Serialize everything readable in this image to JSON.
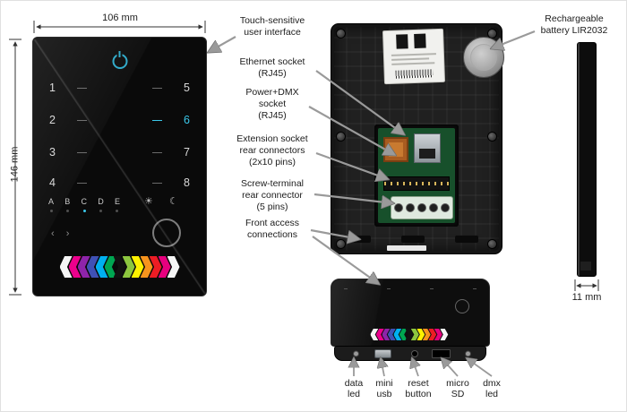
{
  "dimensions": {
    "width_label": "106 mm",
    "height_label": "146 mm",
    "depth_label": "11 mm"
  },
  "front_panel": {
    "zones_left": [
      "1",
      "2",
      "3",
      "4"
    ],
    "zones_right": [
      "5",
      "6",
      "7",
      "8"
    ],
    "active_zone": "6",
    "letters": [
      "A",
      "B",
      "C",
      "D",
      "E"
    ],
    "sun_icon": "☀",
    "moon_icon": "☾",
    "fade_arrows": "‹ ›",
    "accent_color": "#3bc8ea",
    "palette": [
      "#f5f5f5",
      "#ec008c",
      "#8e24aa",
      "#3f51b5",
      "#00b0f0",
      "#00a651",
      "#111111",
      "#8dc63f",
      "#fff200",
      "#f7941d",
      "#ed1c24",
      "#e6007e",
      "#f5f5f5"
    ]
  },
  "callouts": [
    {
      "label": "Touch-sensitive\nuser interface"
    },
    {
      "label": "Ethernet socket\n(RJ45)"
    },
    {
      "label": "Power+DMX\nsocket\n(RJ45)"
    },
    {
      "label": "Extension socket\nrear connectors\n(2x10 pins)"
    },
    {
      "label": "Screw-terminal\nrear connector\n(5 pins)"
    },
    {
      "label": "Front access\nconnections"
    }
  ],
  "battery_callout": {
    "label": "Rechargeable\nbattery LIR2032"
  },
  "bottom_ports": [
    {
      "label": "data\nled"
    },
    {
      "label": "mini\nusb"
    },
    {
      "label": "reset\nbutton"
    },
    {
      "label": "micro\nSD"
    },
    {
      "label": "dmx\nled"
    }
  ]
}
